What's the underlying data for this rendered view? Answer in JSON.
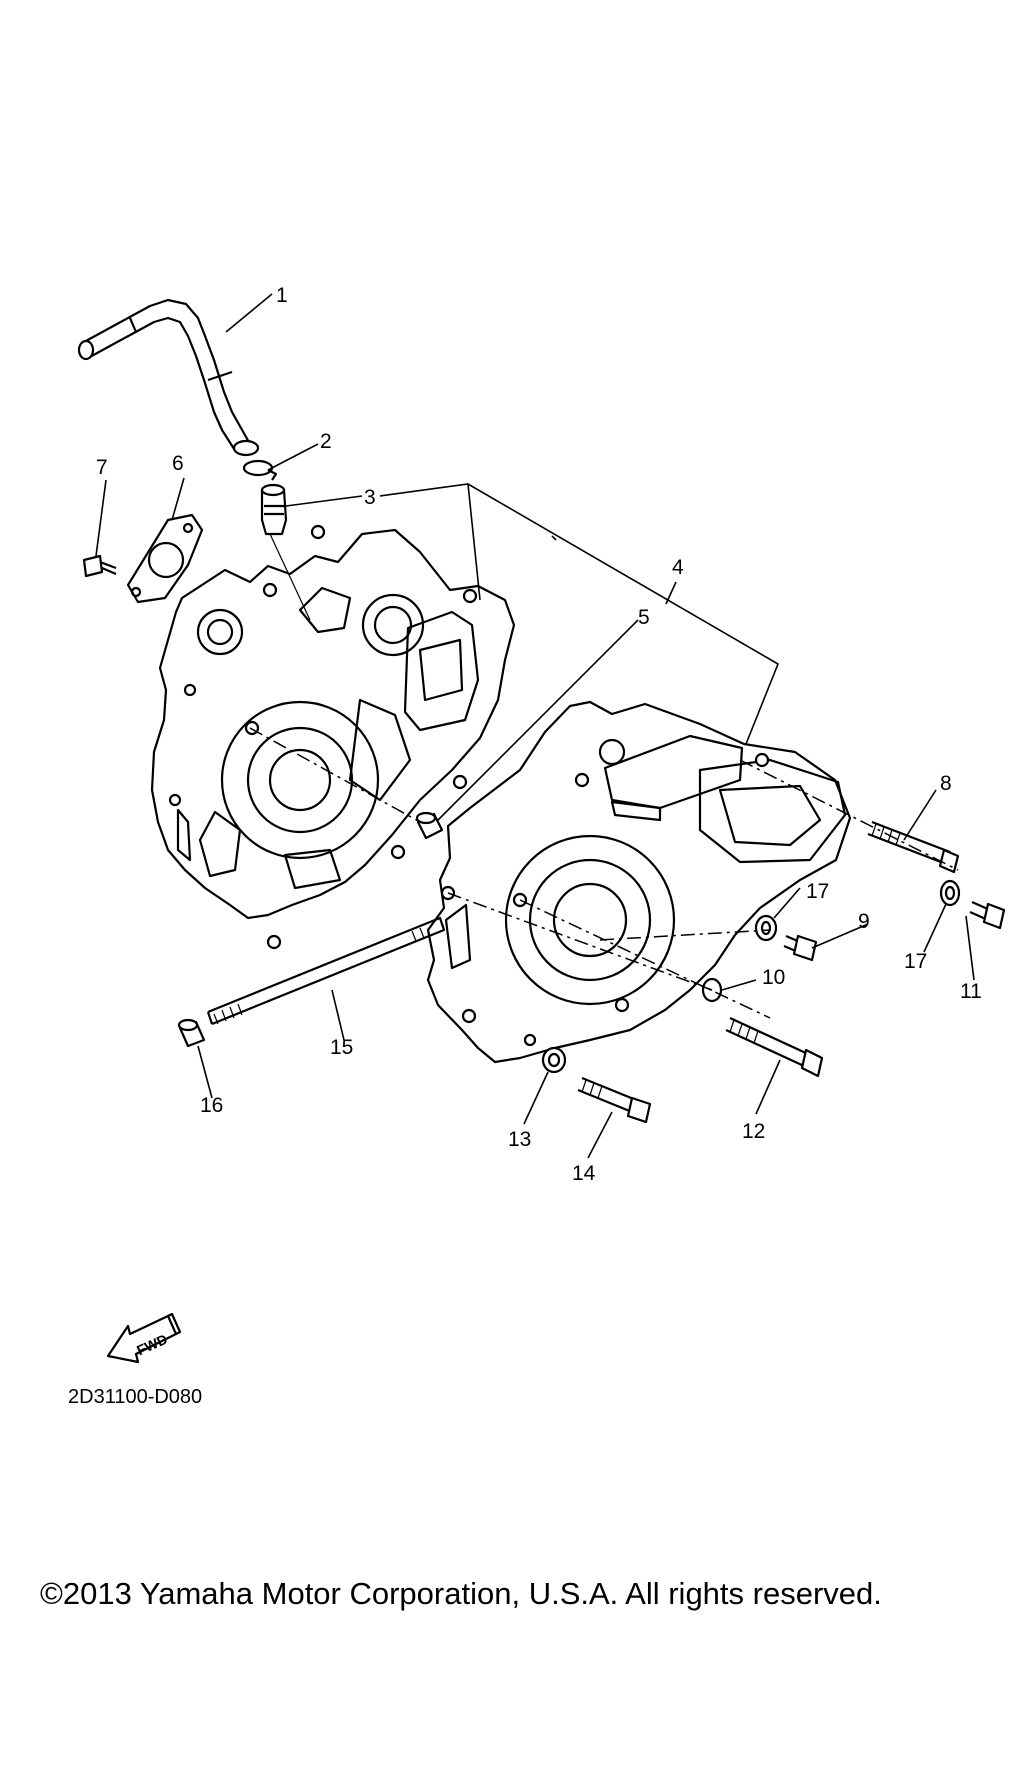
{
  "callouts": [
    "1",
    "2",
    "3",
    "4",
    "5",
    "6",
    "7",
    "8",
    "9",
    "10",
    "11",
    "12",
    "13",
    "14",
    "15",
    "16",
    "17",
    "17"
  ],
  "fwd_label": "FWD",
  "diagram_code": "2D31100-D080",
  "copyright": "©2013 Yamaha Motor Corporation, U.S.A. All rights reserved."
}
